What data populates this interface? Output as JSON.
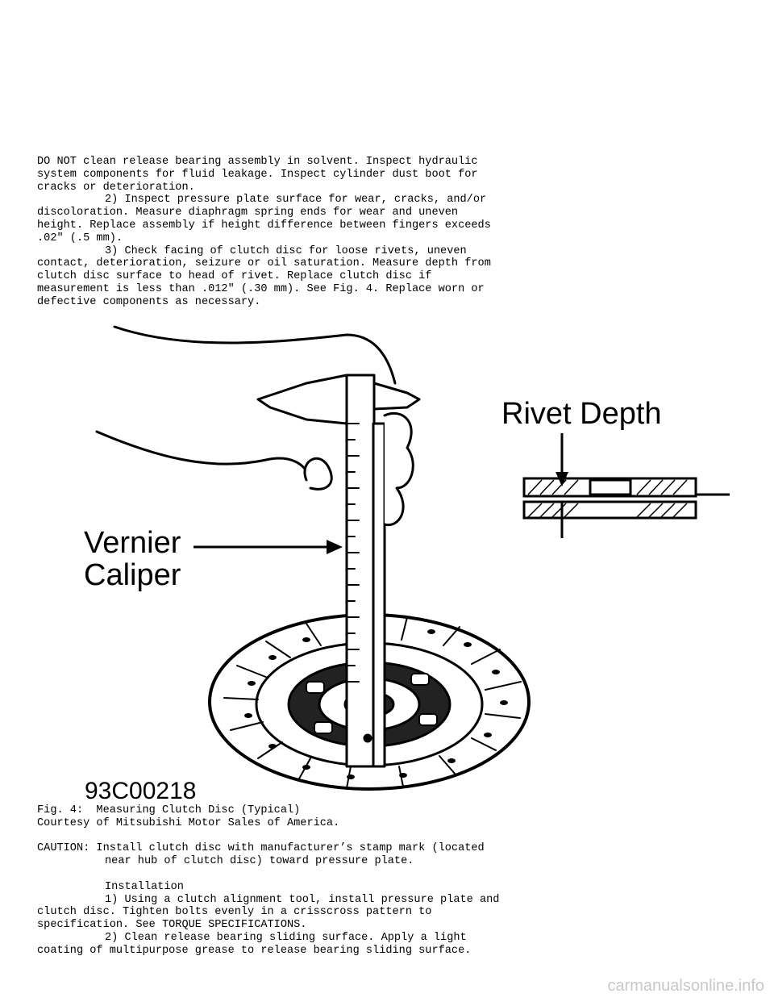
{
  "top_text": [
    {
      "text": "DO NOT clean release bearing assembly in solvent. Inspect hydraulic",
      "indent": false
    },
    {
      "text": "system components for fluid leakage. Inspect cylinder dust boot for",
      "indent": false
    },
    {
      "text": "cracks or deterioration.",
      "indent": false
    },
    {
      "text": "2) Inspect pressure plate surface for wear, cracks, and/or",
      "indent": true
    },
    {
      "text": "discoloration. Measure diaphragm spring ends for wear and uneven",
      "indent": false
    },
    {
      "text": "height. Replace assembly if height difference between fingers exceeds",
      "indent": false
    },
    {
      "text": ".02\" (.5 mm).",
      "indent": false
    },
    {
      "text": "3) Check facing of clutch disc for loose rivets, uneven",
      "indent": true
    },
    {
      "text": "contact, deterioration, seizure or oil saturation. Measure depth from",
      "indent": false
    },
    {
      "text": "clutch disc surface to head of rivet. Replace clutch disc if",
      "indent": false
    },
    {
      "text": "measurement is less than .012\" (.30 mm). See Fig. 4. Replace worn or",
      "indent": false
    },
    {
      "text": "defective components as necessary.",
      "indent": false
    }
  ],
  "figure": {
    "label_rivet_depth": "Rivet Depth",
    "label_vernier_line1": "Vernier",
    "label_vernier_line2": "Caliper",
    "figure_code": "93C00218"
  },
  "bottom_text": [
    {
      "text": "Fig. 4:  Measuring Clutch Disc (Typical)",
      "indent": false
    },
    {
      "text": "Courtesy of Mitsubishi Motor Sales of America.",
      "indent": false
    },
    {
      "text": "",
      "indent": false
    },
    {
      "text": "CAUTION: Install clutch disc with manufacturer’s stamp mark (located",
      "indent": false
    },
    {
      "text": "near hub of clutch disc) toward pressure plate.",
      "indent": true
    },
    {
      "text": "",
      "indent": false
    },
    {
      "text": "Installation",
      "indent": true
    },
    {
      "text": "1) Using a clutch alignment tool, install pressure plate and",
      "indent": true
    },
    {
      "text": "clutch disc. Tighten bolts evenly in a crisscross pattern to",
      "indent": false
    },
    {
      "text": "specification. See TORQUE SPECIFICATIONS.",
      "indent": false
    },
    {
      "text": "2) Clean release bearing sliding surface. Apply a light",
      "indent": true
    },
    {
      "text": "coating of multipurpose grease to release bearing sliding surface.",
      "indent": false
    }
  ],
  "watermark": "carmanualsonline.info"
}
